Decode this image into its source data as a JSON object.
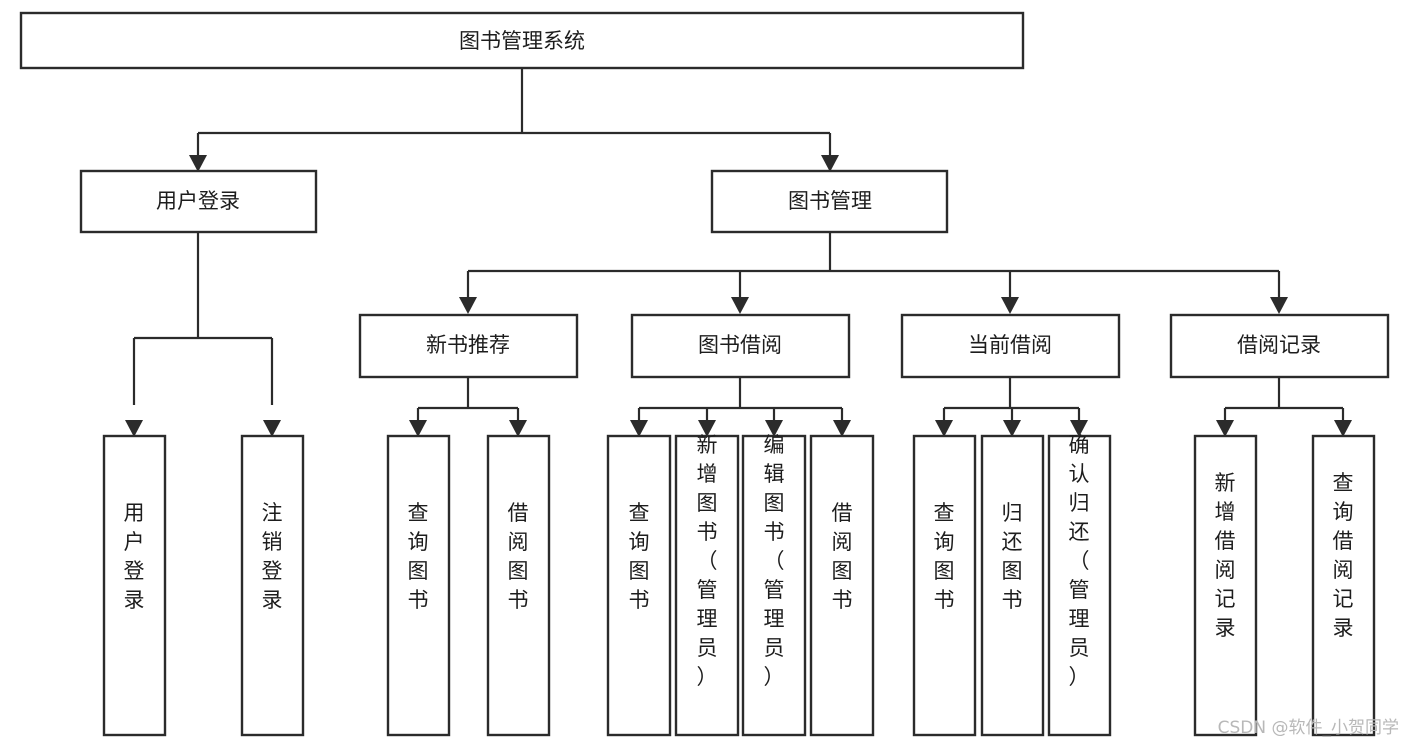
{
  "diagram": {
    "type": "tree-hierarchy",
    "title": "图书管理系统",
    "watermark": "CSDN @软件_小贺同学",
    "colors": {
      "stroke": "#2b2b2b",
      "fill": "#ffffff",
      "text": "#1d1d1d",
      "watermark": "#b8b8b8"
    },
    "root": {
      "label": "图书管理系统"
    },
    "level2": [
      {
        "label": "用户登录"
      },
      {
        "label": "图书管理"
      }
    ],
    "level3": [
      {
        "label": "新书推荐"
      },
      {
        "label": "图书借阅"
      },
      {
        "label": "当前借阅"
      },
      {
        "label": "借阅记录"
      }
    ],
    "leaves": {
      "user_login": [
        {
          "label": "用户登录"
        },
        {
          "label": "注销登录"
        }
      ],
      "new_book_recommend": [
        {
          "label": "查询图书"
        },
        {
          "label": "借阅图书"
        }
      ],
      "book_borrow": [
        {
          "label": "查询图书"
        },
        {
          "label": "新增图书（管理员）"
        },
        {
          "label": "编辑图书（管理员）"
        },
        {
          "label": "借阅图书"
        }
      ],
      "current_borrow": [
        {
          "label": "查询图书"
        },
        {
          "label": "归还图书"
        },
        {
          "label": "确认归还（管理员）"
        }
      ],
      "borrow_record": [
        {
          "label": "新增借阅记录"
        },
        {
          "label": "查询借阅记录"
        }
      ]
    }
  }
}
